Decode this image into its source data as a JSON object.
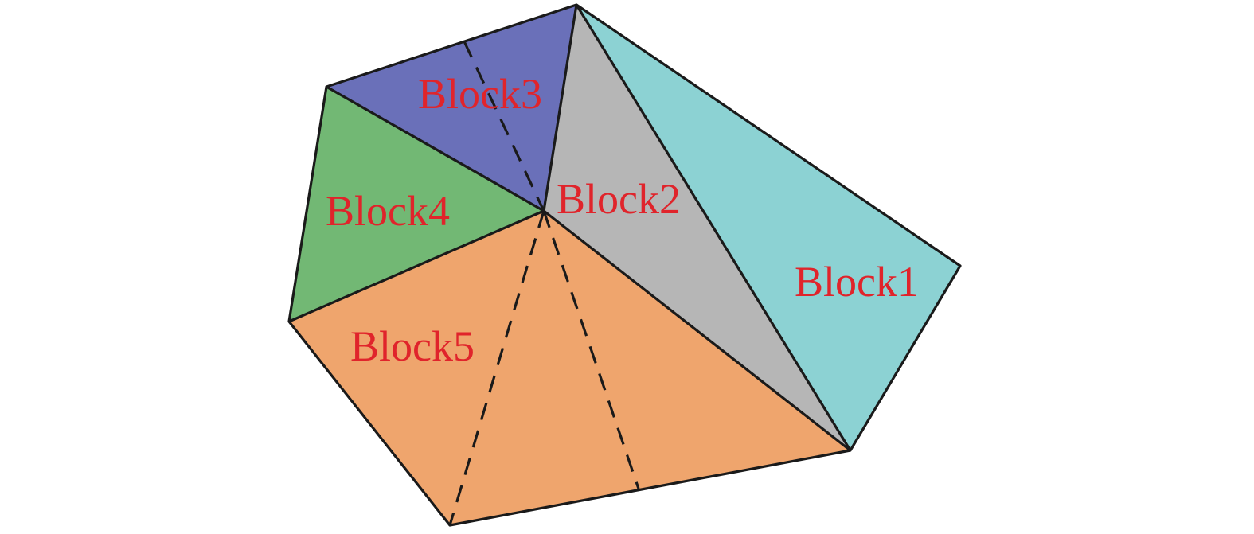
{
  "colors": {
    "block1": "#8cd2d3",
    "block2": "#b6b6b6",
    "block3": "#6a70b9",
    "block4": "#72b874",
    "block5": "#efa56d",
    "label": "#e0242b"
  },
  "blocks": [
    {
      "id": "block1",
      "label": "Block1"
    },
    {
      "id": "block2",
      "label": "Block2"
    },
    {
      "id": "block3",
      "label": "Block3"
    },
    {
      "id": "block4",
      "label": "Block4"
    },
    {
      "id": "block5",
      "label": "Block5"
    }
  ]
}
